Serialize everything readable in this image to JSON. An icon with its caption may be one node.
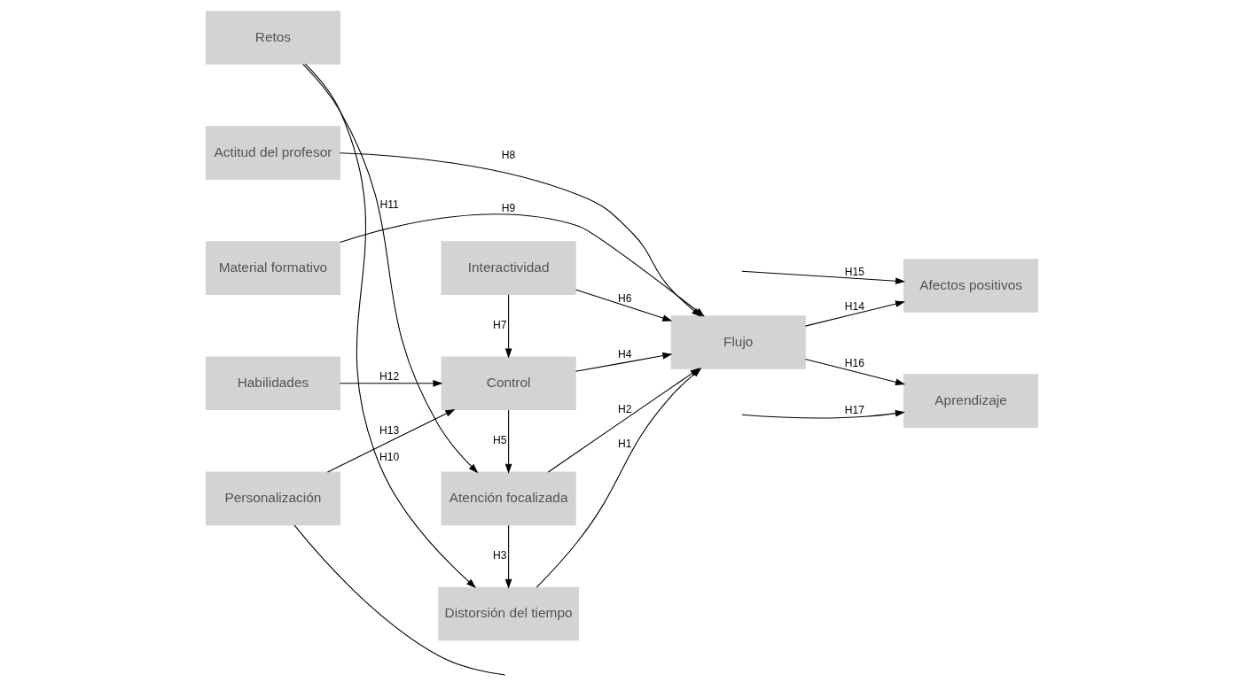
{
  "diagram": {
    "nodes": [
      {
        "text": [
          "Retos"
        ]
      },
      {
        "text": [
          "Distorsión del tiempo"
        ]
      },
      {
        "text": [
          "Atención focalizada"
        ]
      },
      {
        "text": [
          "Actitud del profesor"
        ]
      },
      {
        "text": [
          "Material formativo"
        ]
      },
      {
        "text": [
          "Habilidades"
        ]
      },
      {
        "text": [
          "Control"
        ]
      },
      {
        "text": [
          "Personalización"
        ]
      },
      {
        "text": [
          "Interactividad"
        ]
      },
      {
        "text": [
          "Flujo"
        ]
      },
      {
        "text": [
          "Afectos positivos"
        ]
      },
      {
        "text": [
          "Aprendizaje"
        ]
      }
    ],
    "edges": [
      {
        "from": 0,
        "to": 1,
        "arrow": "to",
        "label": "H10"
      },
      {
        "from": 0,
        "to": 2,
        "arrow": "to",
        "label": "H11"
      },
      {
        "from": 2,
        "to": 1,
        "arrow": "to",
        "label": "H3"
      },
      {
        "from": 1,
        "to": 9,
        "arrow": "to",
        "label": "H1"
      },
      {
        "from": 2,
        "to": 9,
        "arrow": "to",
        "label": "H2"
      },
      {
        "from": 3,
        "to": 9,
        "arrow": "to",
        "label": "H8"
      },
      {
        "from": 4,
        "to": 9,
        "arrow": "to",
        "label": "H9"
      },
      {
        "from": 6,
        "to": 2,
        "arrow": "to",
        "label": "H5"
      },
      {
        "from": 6,
        "to": 9,
        "arrow": "to",
        "label": "H4"
      },
      {
        "from": 8,
        "to": 6,
        "arrow": "to",
        "label": "H7"
      },
      {
        "from": 8,
        "to": 9,
        "arrow": "to",
        "label": "H6"
      },
      {
        "from": 5,
        "to": 6,
        "arrow": "to",
        "label": "H12"
      },
      {
        "from": 7,
        "to": 6,
        "arrow": "to",
        "label": "H13"
      },
      {
        "from": 9,
        "to": 10,
        "arrow": "to",
        "label": "H14"
      },
      {
        "from": 9,
        "to": 11,
        "arrow": "to",
        "label": "H16"
      },
      {
        "from": null,
        "to": 10,
        "arrow": "to",
        "label": "H15"
      },
      {
        "from": null,
        "to": 11,
        "arrow": "to",
        "label": "H17"
      },
      {
        "from": 7,
        "to": null,
        "arrow": "none"
      }
    ]
  }
}
